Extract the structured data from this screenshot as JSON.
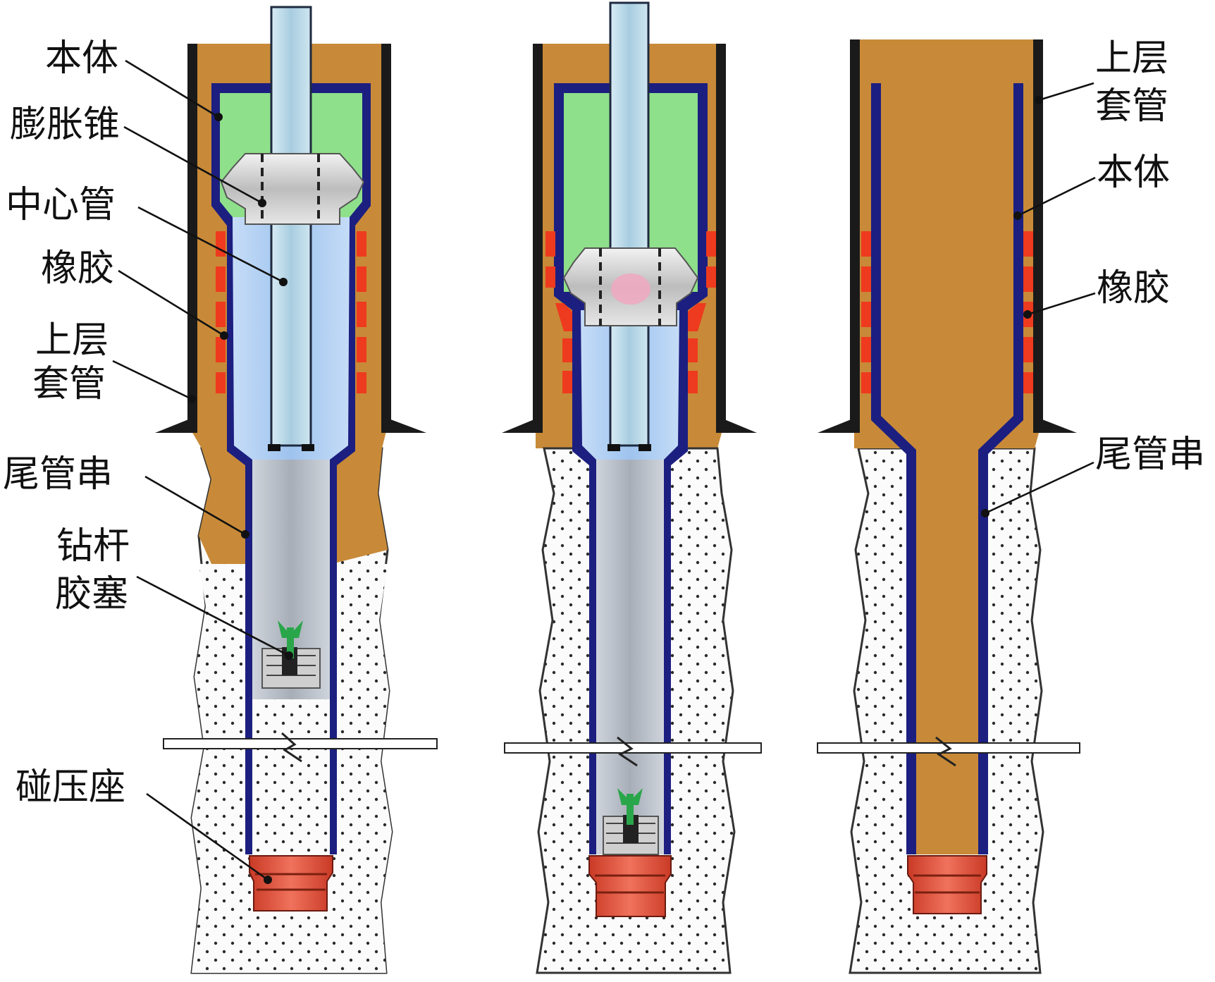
{
  "colors": {
    "cement": "#c88a38",
    "cement_dark": "#a8661f",
    "formation_dots": "#2b2b2b",
    "casing": "#1a1a1a",
    "body_wall": "#1c1f80",
    "fluid": "#8fe08a",
    "center_pipe": "#b6d6e6",
    "liner_inner": "#b8c0cc",
    "expanded_bore": "#a9c9f0",
    "rubber": "#ee3a1e",
    "seat": "#e2503a",
    "cone": "#d8d8d8",
    "plug": "#2aa64a"
  },
  "labels": {
    "left": {
      "body": "本体",
      "cone": "膨胀锥",
      "center_pipe": "中心管",
      "rubber": "橡胶",
      "upper_casing_1": "上层",
      "upper_casing_2": "套管",
      "liner": "尾管串",
      "dart_1": "钻杆",
      "dart_2": "胶塞",
      "seat": "碰压座"
    },
    "right": {
      "upper_casing_1": "上层",
      "upper_casing_2": "套管",
      "body": "本体",
      "rubber": "橡胶",
      "liner": "尾管串"
    }
  }
}
